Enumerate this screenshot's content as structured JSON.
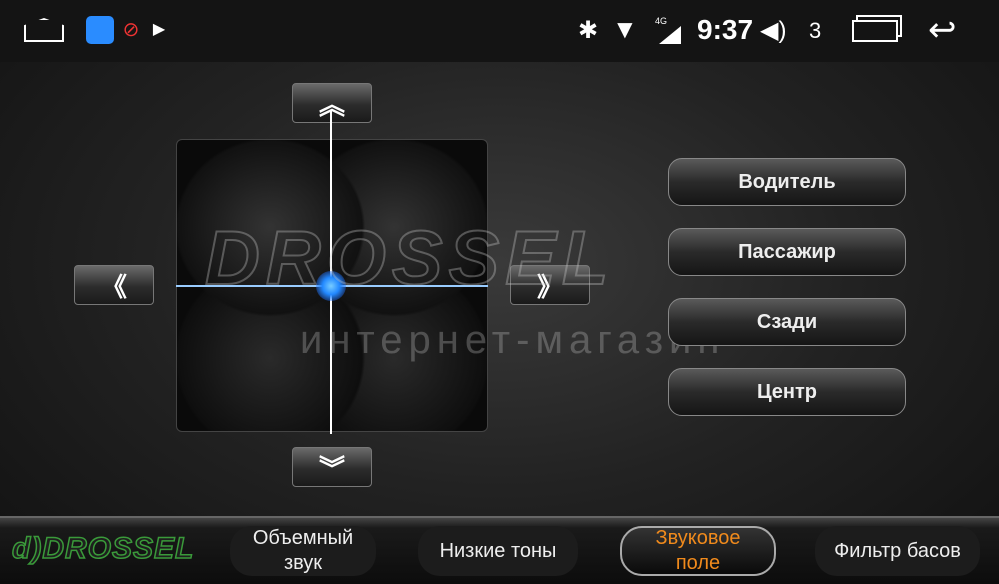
{
  "status_bar": {
    "time": "9:37",
    "volume_level": "3",
    "network": "4G",
    "icons": [
      "home-icon",
      "app-icon",
      "blocked-icon",
      "play-store-icon",
      "bluetooth-icon",
      "wifi-icon",
      "signal-icon",
      "volume-icon",
      "recent-apps-icon",
      "back-icon"
    ]
  },
  "watermark": {
    "brand": "DROSSEL",
    "subtitle": "интернет-магазин"
  },
  "arrows": {
    "up": "︽",
    "down": "︾",
    "left": "《",
    "right": "》"
  },
  "presets": [
    {
      "label": "Водитель"
    },
    {
      "label": "Пассажир"
    },
    {
      "label": "Сзади"
    },
    {
      "label": "Центр"
    }
  ],
  "bottom_tabs": [
    {
      "label": "Объемный звук"
    },
    {
      "label": "Низкие тоны"
    },
    {
      "label": "Звуковое поле",
      "active": true
    },
    {
      "label": "Фильтр басов"
    }
  ],
  "logo": "DROSSEL",
  "colors": {
    "accent": "#f08a1c",
    "crosshair": "#66aaff"
  }
}
